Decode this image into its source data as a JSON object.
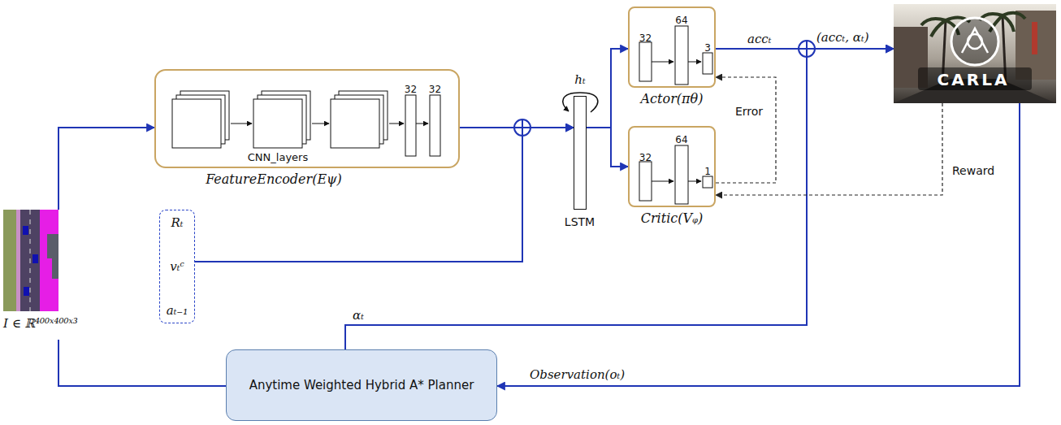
{
  "diagram": {
    "nodes": [
      {
        "text": [
          "I ∈ ℝ⁴⁰⁰ˣ⁴⁰⁰ˣ³"
        ]
      },
      {
        "text": [
          "FeatureEncoder(Eψ)",
          "CNN_layers",
          "32",
          "32"
        ]
      },
      {
        "text": [
          "Rₜ",
          "vₜᶜ",
          "aₜ₋₁"
        ]
      },
      {
        "text": [
          "LSTM"
        ]
      },
      {
        "text": [
          "Actor(πθ)",
          "32",
          "64",
          "3"
        ]
      },
      {
        "text": [
          "Critic(Vᵩ)",
          "32",
          "64",
          "1"
        ]
      },
      {
        "text": [
          "Anytime Weighted Hybrid A* Planner"
        ]
      },
      {
        "text": [
          "CARLA"
        ]
      }
    ],
    "edges": [
      {
        "from": 0,
        "to": 1,
        "arrow": "to"
      },
      {
        "from": 0,
        "to": 6,
        "arrow": "none"
      },
      {
        "from": 1,
        "to": 3,
        "arrow": "to"
      },
      {
        "from": 2,
        "to": 3,
        "arrow": "to"
      },
      {
        "from": 3,
        "to": 4,
        "arrow": "to"
      },
      {
        "from": 3,
        "to": 5,
        "arrow": "to"
      },
      {
        "from": 4,
        "to": 7,
        "label": "accₜ",
        "arrow": "to"
      },
      {
        "from": 6,
        "to": 7,
        "label": "αₜ",
        "arrow": "to"
      },
      {
        "from": 7,
        "to": 6,
        "label": "Observation(oₜ)",
        "arrow": "to"
      },
      {
        "from": 7,
        "to": 5,
        "label": "Reward",
        "arrow": "to"
      },
      {
        "from": 5,
        "to": 4,
        "label": "Error",
        "arrow": "to"
      }
    ],
    "labels": [
      "hₜ",
      "(accₜ, αₜ)"
    ]
  }
}
